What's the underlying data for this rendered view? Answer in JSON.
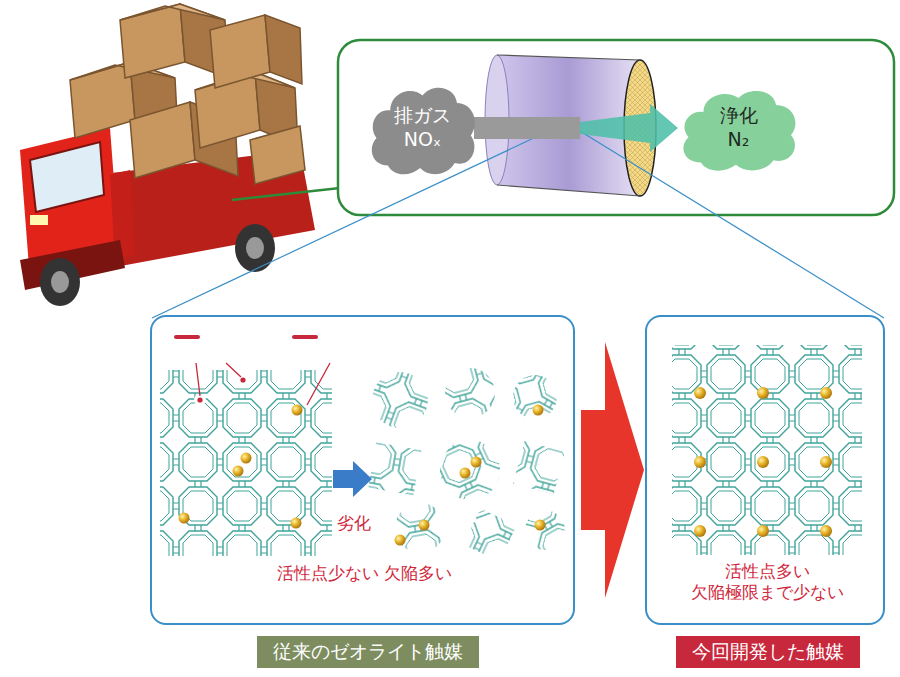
{
  "diagram": {
    "nodes": [
      {
        "text": [
          "排ガス NOₓ"
        ]
      },
      {
        "text": [
          "浄化 N₂"
        ]
      },
      {
        "text": [
          "劣化",
          "活性点少ない 欠陥多い"
        ]
      },
      {
        "text": [
          "欠陥"
        ],
        "in": 2
      },
      {
        "text": [
          "活性点（黄色）"
        ],
        "in": 2
      },
      {
        "text": [
          "活性点多い 欠陥極限まで少ない"
        ]
      },
      {
        "text": [
          "従来のゼオライト触媒"
        ]
      },
      {
        "text": [
          "今回開発した触媒"
        ]
      }
    ],
    "edges": [
      {
        "from": 0,
        "to": 1,
        "arrow": "to"
      },
      {
        "from": 2,
        "to": 5,
        "arrow": "to"
      }
    ]
  }
}
